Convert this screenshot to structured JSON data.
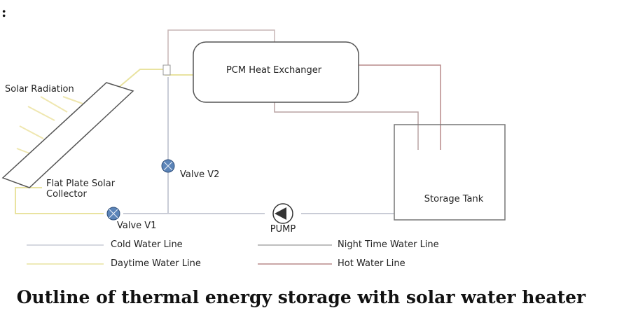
{
  "heading_mark": ":",
  "labels": {
    "solar_radiation": "Solar Radiation",
    "pcm_heat_exchanger": "PCM Heat Exchanger",
    "collector_line1": "Flat Plate Solar",
    "collector_line2": "Collector",
    "valve_v2": "Valve V2",
    "valve_v1": "Valve V1",
    "storage_tank": "Storage Tank",
    "pump": "PUMP"
  },
  "legend": [
    {
      "label": "Cold Water Line",
      "color": "#c9ccd6"
    },
    {
      "label": "Daytime Water Line",
      "color": "#e9e3a0"
    },
    {
      "label": "Night Time Water Line",
      "color": "#a9a9a9"
    },
    {
      "label": "Hot Water Line",
      "color": "#b98a8a"
    }
  ],
  "caption": "Outline of thermal energy storage with solar water heater",
  "colors": {
    "cold_line": "#c9ccd6",
    "daytime_line": "#e9e3a0",
    "night_line": "#b7aaaa",
    "hot_line": "#b98a8a",
    "component_outline": "#555555",
    "valve_fill": "#5b84b8",
    "ray_color": "#efe7b0"
  }
}
